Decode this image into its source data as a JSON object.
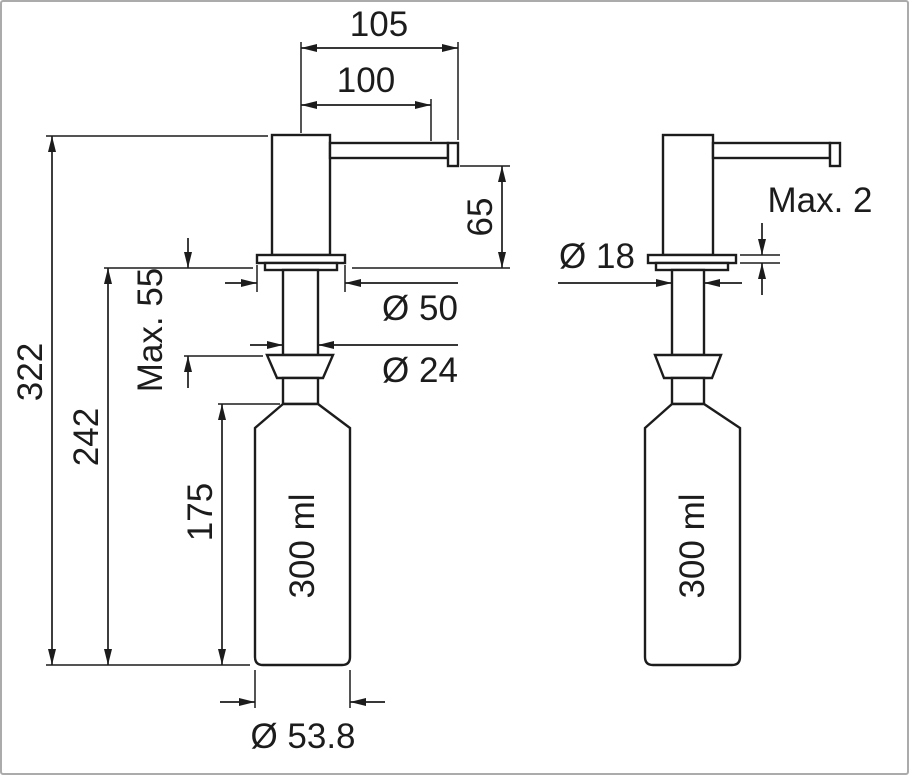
{
  "drawing": {
    "front": {
      "dim_105": "105",
      "dim_100": "100",
      "dim_65": "65",
      "dim_322": "322",
      "dim_242": "242",
      "dim_175": "175",
      "dim_max55": "Max. 55",
      "dia_flange": "Ø 50",
      "dia_shaft": "Ø 24",
      "volume": "300 ml",
      "dia_bottle": "Ø 53.8"
    },
    "side": {
      "dia_shaft": "Ø 18",
      "dim_max2": "Max. 2",
      "volume": "300 ml"
    },
    "colors": {
      "line": "#1c1c1c",
      "background": "#ffffff",
      "border": "#ababab"
    }
  }
}
